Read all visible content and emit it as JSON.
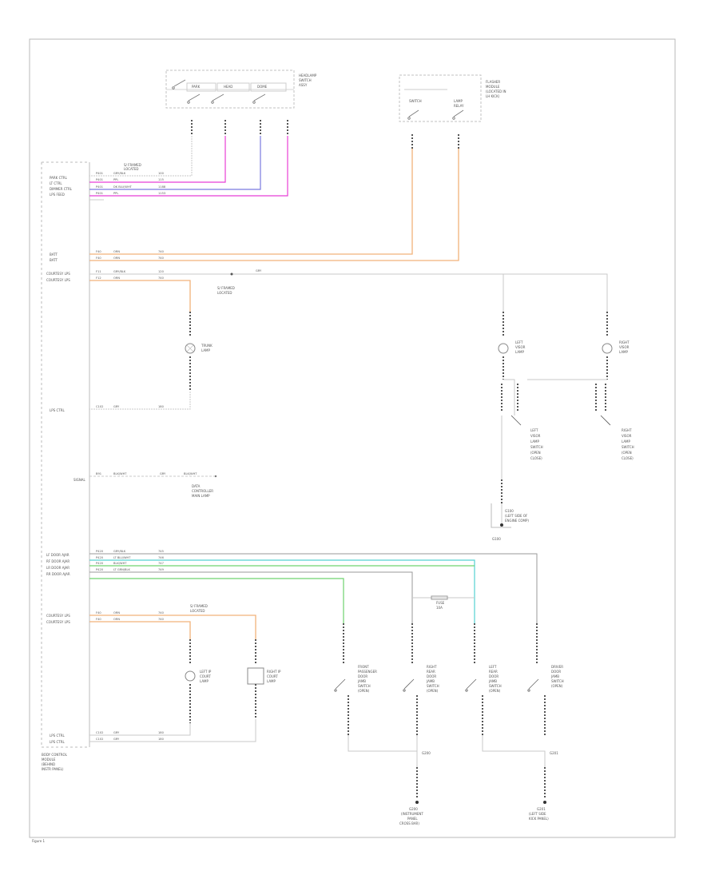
{
  "colors": {
    "frame": "#b8b8b8",
    "wire_gray": "#c9c9c9",
    "wire_dark": "#555555",
    "orange": "#f2b27a",
    "pink": "#e83fd6",
    "blue": "#7a7ae0",
    "violet": "#b48ae0",
    "green": "#6fd36f",
    "teal": "#54d2d2",
    "ground_dark": "#333333"
  },
  "labels": {
    "top_switch": [
      "HEADLAMP",
      "SWITCH",
      "ASSY"
    ],
    "top_switch_cells": [
      "PARK",
      "HEAD",
      "DOME"
    ],
    "top_right_switch": [
      "FLASHER",
      "MODULE",
      "(LOCATED IN",
      "LH KICK)"
    ],
    "top_right_cells": [
      "SWITCH",
      "LAMP",
      "RELAY"
    ],
    "splice_top": [
      "S/ FRAMED",
      "LOCATED"
    ],
    "bcm_top_pins": [
      "PARK CTRL",
      "LT CTRL",
      "DIMMER CTRL",
      "LPS FEED"
    ],
    "bcm_mid_pins": [
      "BATT",
      "BATT",
      "COURTESY LPS",
      "COURTESY LPS"
    ],
    "splice_mid": [
      "S/ FRAMED",
      "LOCATED"
    ],
    "trunk_lamp": [
      "TRUNK",
      "LAMP"
    ],
    "lps_ctrl_1": "LPS CTRL",
    "sensor_note": [
      "DATA",
      "CONTROLLER",
      "MAIN LAMP"
    ],
    "sensor_code": "SIGNAL",
    "left_vanity": [
      "LEFT",
      "VISOR",
      "LAMP"
    ],
    "right_vanity": [
      "RIGHT",
      "VISOR",
      "LAMP"
    ],
    "left_visor_sw": [
      "LEFT",
      "VISOR",
      "LAMP",
      "SWITCH",
      "(OPEN",
      "CLOSE)"
    ],
    "right_visor_sw": [
      "RIGHT",
      "VISOR",
      "LAMP",
      "SWITCH",
      "(OPEN",
      "CLOSE)"
    ],
    "ground_1": [
      "G100",
      "(LEFT SIDE OF",
      "ENGINE COMP)"
    ],
    "ground_1_code": "G100",
    "door_pins": [
      "LF DOOR AJAR",
      "RF DOOR AJAR",
      "LR DOOR AJAR",
      "RR DOOR AJAR"
    ],
    "courtesy_pins": [
      "COURTESY LPS",
      "COURTESY LPS"
    ],
    "splice_low": [
      "S/ FRAMED",
      "LOCATED"
    ],
    "left_courtesy": [
      "LEFT IP",
      "COURT",
      "LAMP"
    ],
    "right_courtesy": [
      "RIGHT IP",
      "COURT",
      "LAMP"
    ],
    "fuse": [
      "FUSE",
      "10A"
    ],
    "door_switches": [
      [
        "FRONT",
        "PASSENGER",
        "DOOR",
        "JAMB",
        "SWITCH",
        "(OPEN)"
      ],
      [
        "RIGHT",
        "REAR",
        "DOOR",
        "JAMB",
        "SWITCH",
        "(OPEN)"
      ],
      [
        "LEFT",
        "REAR",
        "DOOR",
        "JAMB",
        "SWITCH",
        "(OPEN)"
      ],
      [
        "DRIVER",
        "DOOR",
        "JAMB",
        "SWITCH",
        "(OPEN)"
      ]
    ],
    "lps_ctrl_bottom": [
      "LPS CTRL",
      "LPS CTRL"
    ],
    "bcm_title": [
      "BODY CONTROL",
      "MODULE",
      "(BEHIND",
      "INSTR PANEL)"
    ],
    "ground_bottom_left": [
      "G200",
      "(INSTRUMENT",
      "PANEL",
      "CROSS BAR)"
    ],
    "ground_bottom_right": [
      "G201",
      "(LEFT SIDE",
      "KICK PANEL)"
    ],
    "g_code_left": "G200",
    "g_code_right": "G201",
    "footer": "Figure 1"
  }
}
